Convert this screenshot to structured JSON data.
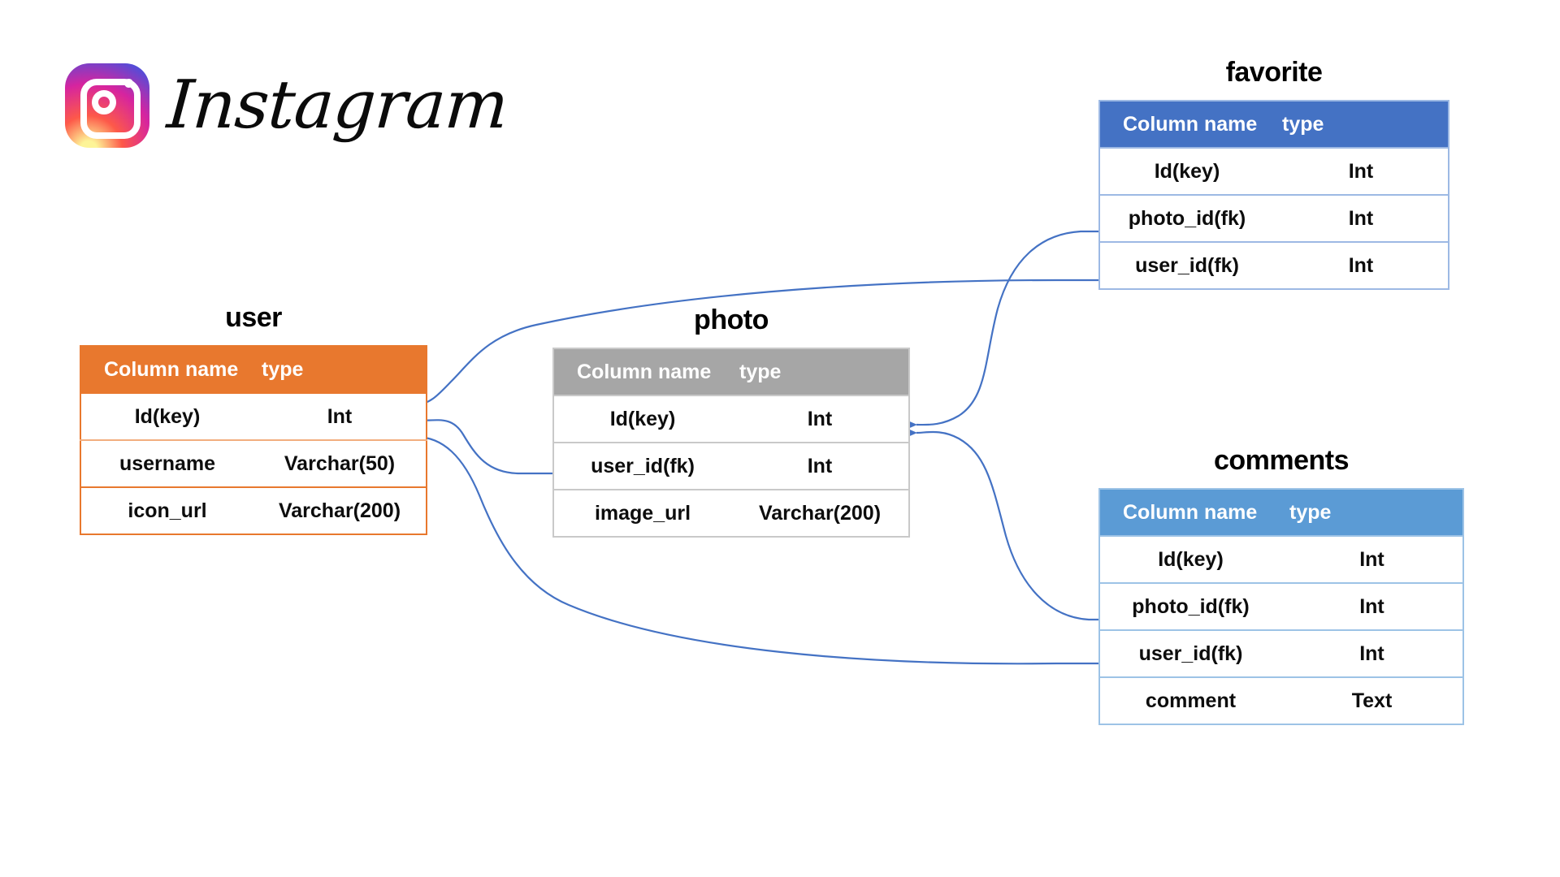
{
  "brand": {
    "name": "Instagram",
    "logo_icon": "instagram-camera-icon"
  },
  "diagram": {
    "type": "entity-relationship-diagram",
    "headers": [
      "Column name",
      "type"
    ],
    "tables": [
      {
        "name": "user",
        "accent": "#E8782E",
        "columns": [
          {
            "name": "Id(key)",
            "type": "Int"
          },
          {
            "name": "username",
            "type": "Varchar(50)"
          },
          {
            "name": "icon_url",
            "type": "Varchar(200)"
          }
        ]
      },
      {
        "name": "photo",
        "accent": "#A6A6A6",
        "columns": [
          {
            "name": "Id(key)",
            "type": "Int"
          },
          {
            "name": "user_id(fk)",
            "type": "Int"
          },
          {
            "name": "image_url",
            "type": "Varchar(200)"
          }
        ]
      },
      {
        "name": "favorite",
        "accent": "#4472C4",
        "columns": [
          {
            "name": "Id(key)",
            "type": "Int"
          },
          {
            "name": "photo_id(fk)",
            "type": "Int"
          },
          {
            "name": "user_id(fk)",
            "type": "Int"
          }
        ]
      },
      {
        "name": "comments",
        "accent": "#5B9BD5",
        "columns": [
          {
            "name": "Id(key)",
            "type": "Int"
          },
          {
            "name": "photo_id(fk)",
            "type": "Int"
          },
          {
            "name": "user_id(fk)",
            "type": "Int"
          },
          {
            "name": "comment",
            "type": "Text"
          }
        ]
      }
    ],
    "relationships": [
      {
        "from": "photo.user_id(fk)",
        "to": "user.Id(key)"
      },
      {
        "from": "favorite.user_id(fk)",
        "to": "user.Id(key)"
      },
      {
        "from": "comments.user_id(fk)",
        "to": "user.Id(key)"
      },
      {
        "from": "favorite.photo_id(fk)",
        "to": "photo.Id(key)"
      },
      {
        "from": "comments.photo_id(fk)",
        "to": "photo.Id(key)"
      }
    ],
    "connector_color": "#4472C4"
  }
}
